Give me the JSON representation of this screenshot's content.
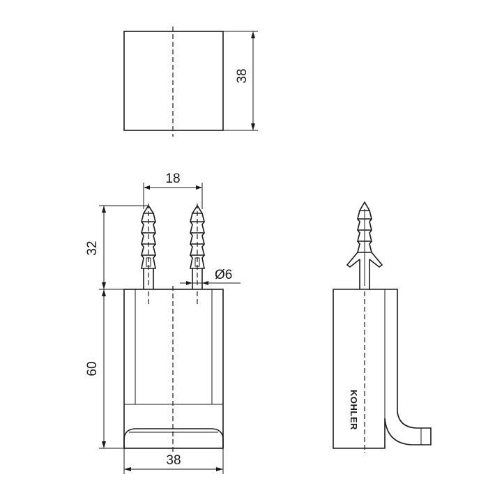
{
  "dimensions": {
    "top_view_height": "38",
    "anchor_spacing": "18",
    "anchor_length": "32",
    "anchor_diameter": "Ø6",
    "body_height": "60",
    "body_width": "38"
  },
  "brand_text": "KOHLER"
}
